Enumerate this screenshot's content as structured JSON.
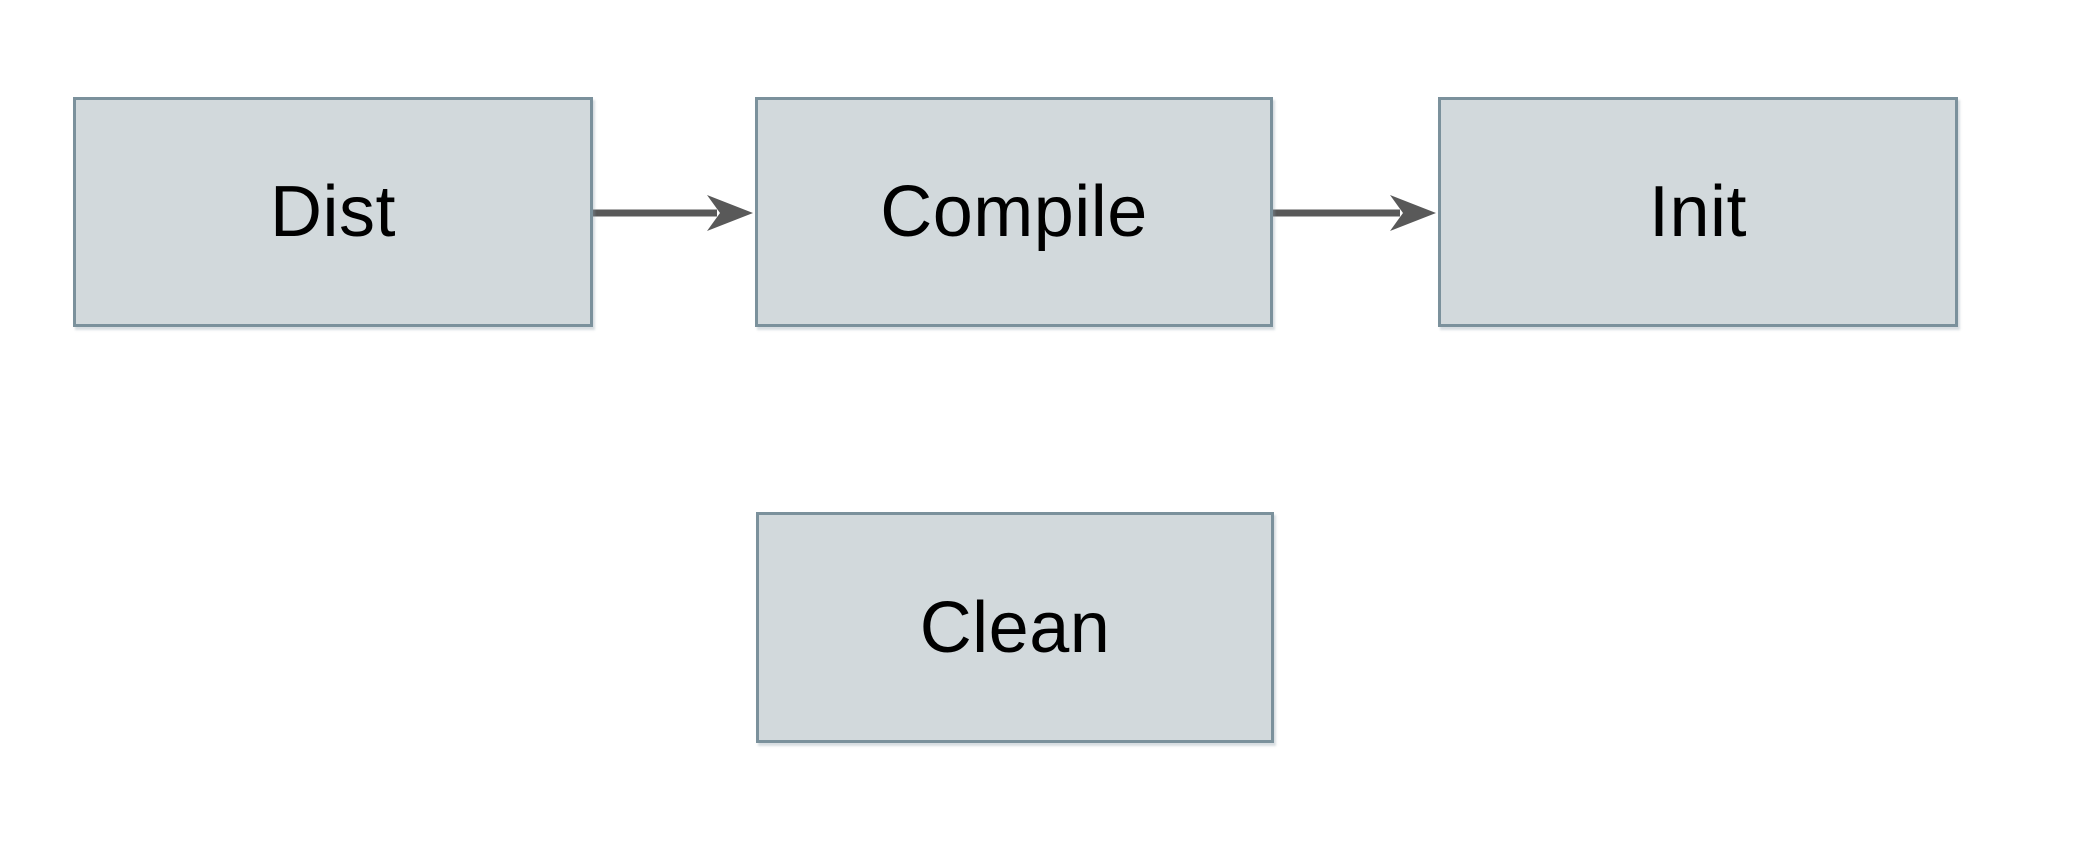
{
  "diagram": {
    "title": "build-tasks-flow",
    "nodes": [
      {
        "id": "dist",
        "label": "Dist"
      },
      {
        "id": "compile",
        "label": "Compile"
      },
      {
        "id": "init",
        "label": "Init"
      },
      {
        "id": "clean",
        "label": "Clean"
      }
    ],
    "edges": [
      {
        "from": "dist",
        "to": "compile",
        "style": "arrow"
      },
      {
        "from": "compile",
        "to": "init",
        "style": "arrow"
      }
    ]
  },
  "colors": {
    "background": "#ffffff",
    "node_fill": "#d2d9dc",
    "node_border": "#7b919c",
    "arrow": "#595959",
    "text": "#000000"
  }
}
